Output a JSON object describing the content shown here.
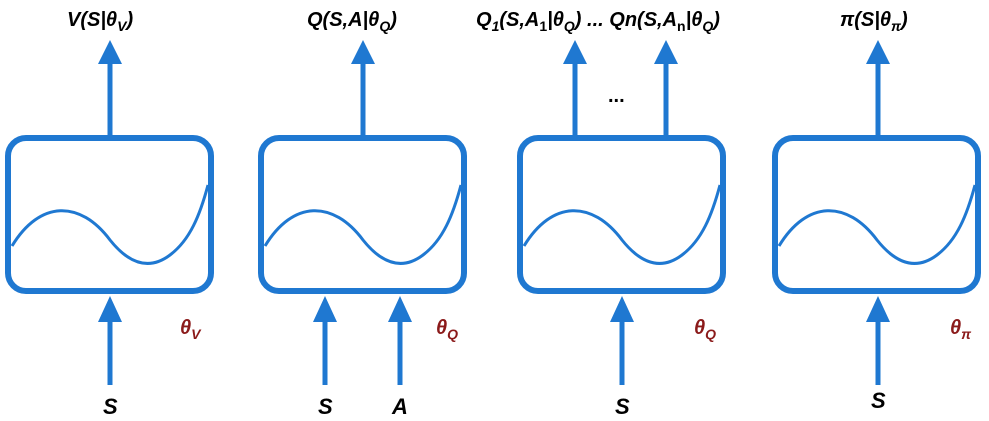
{
  "colors": {
    "box_stroke": "#1f78d1",
    "arrow": "#1f78d1",
    "curve": "#1f78d1",
    "theta_label": "#8b1a1a",
    "text": "#000000"
  },
  "icons": {
    "box": "function-approximator-box",
    "curve": "sine-curve-icon",
    "arrow": "arrow-up-icon"
  },
  "panels": [
    {
      "output_base": "V(S|θ",
      "output_sub": "V",
      "output_tail": ")",
      "theta_base": "θ",
      "theta_sub": "V",
      "inputs": [
        "S"
      ]
    },
    {
      "output_base": "Q(S,A|θ",
      "output_sub": "Q",
      "output_tail": ")",
      "theta_base": "θ",
      "theta_sub": "Q",
      "inputs": [
        "S",
        "A"
      ]
    },
    {
      "output_parts": {
        "q1_base": "Q",
        "q1_sub": "1",
        "q1_mid": "(S,A",
        "q1_a_sub": "1",
        "q1_bar": "|θ",
        "q1_theta_sub": "Q",
        "q1_close": ")",
        "sep": " ... ",
        "qn_base": "Qn(S,A",
        "qn_a_sub": "n",
        "qn_bar": "|θ",
        "qn_theta_sub": "Q",
        "qn_close": ")"
      },
      "middle_dots": "...",
      "theta_base": "θ",
      "theta_sub": "Q",
      "inputs": [
        "S"
      ]
    },
    {
      "output_base": "π(S|θ",
      "output_sub": "π",
      "output_tail": ")",
      "theta_base": "θ",
      "theta_sub": "π",
      "inputs": [
        "S"
      ]
    }
  ]
}
